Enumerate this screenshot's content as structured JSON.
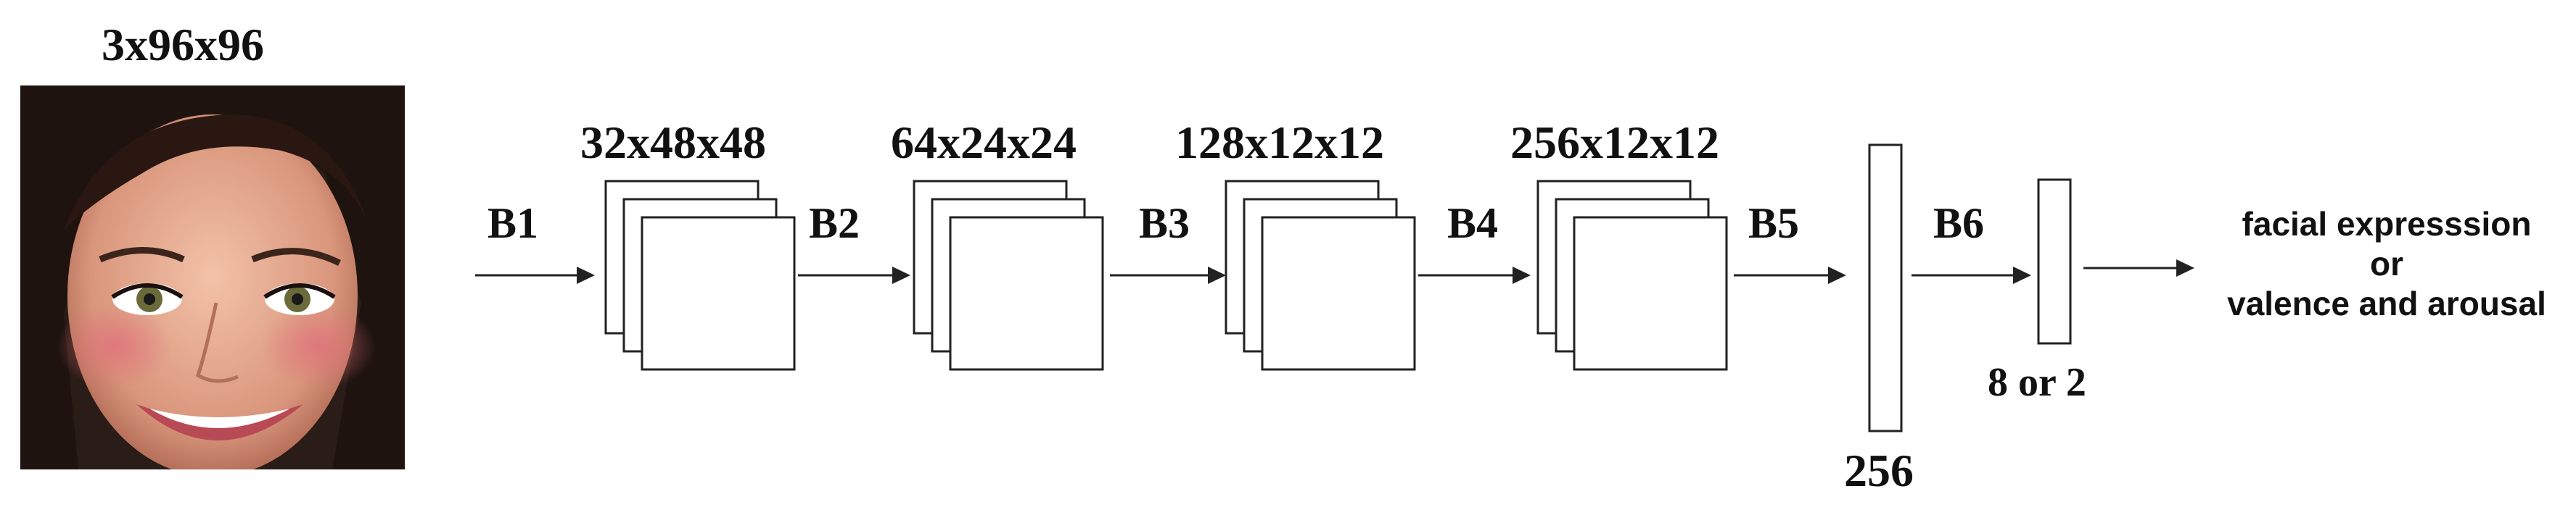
{
  "input": {
    "dims": "3x96x96",
    "image": "face-photo"
  },
  "blocks": [
    "B1",
    "B2",
    "B3",
    "B4",
    "B5",
    "B6"
  ],
  "feature_maps": [
    "32x48x48",
    "64x24x24",
    "128x12x12",
    "256x12x12"
  ],
  "fc_layers": [
    "256",
    "8 or 2"
  ],
  "output": {
    "line1": "facial expresssion",
    "line2": "or",
    "line3": "valence and arousal"
  }
}
